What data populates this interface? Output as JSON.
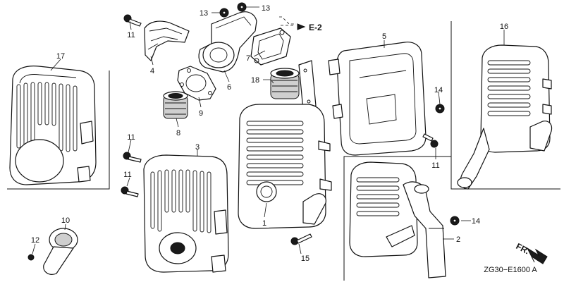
{
  "diagram": {
    "part_numbers": {
      "p1": "1",
      "p2": "2",
      "p3": "3",
      "p4": "4",
      "p5": "5",
      "p6": "6",
      "p7": "7",
      "p8": "8",
      "p9": "9",
      "p10": "10",
      "p11a": "11",
      "p11b": "11",
      "p11c": "11",
      "p11d": "11",
      "p12": "12",
      "p13a": "13",
      "p13b": "13",
      "p14a": "14",
      "p14b": "14",
      "p15": "15",
      "p16": "16",
      "p17": "17",
      "p18": "18"
    },
    "reference_label": "E-2",
    "direction_label": "FR.",
    "diagram_code": "ZG30−E1600 A"
  }
}
